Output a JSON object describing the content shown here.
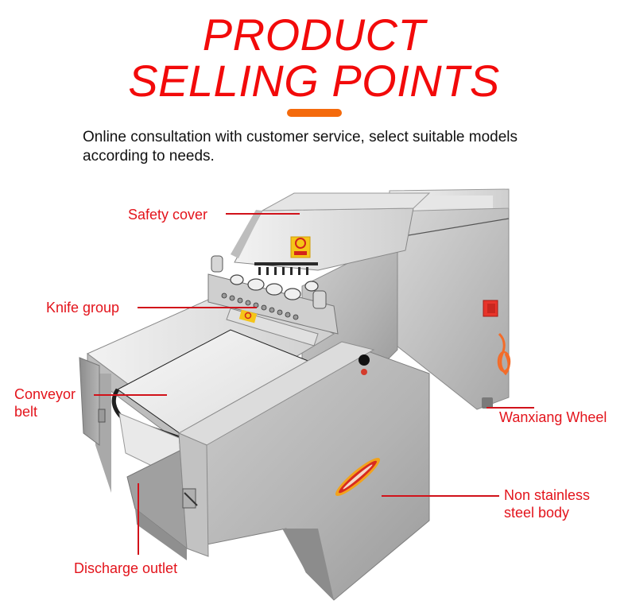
{
  "header": {
    "title_line1": "PRODUCT",
    "title_line2": "SELLING POINTS",
    "subtitle_line1": "Online consultation with customer service, select suitable models",
    "subtitle_line2": "according to needs."
  },
  "colors": {
    "title_red": "#f20a0a",
    "accent_orange": "#f46a0c",
    "callout_red": "#e3141c",
    "steel": "#b9b9b9"
  },
  "product": {
    "image_description": "stainless steel meat cube dicing machine with conveyor belt",
    "callouts": [
      {
        "id": "safety-cover",
        "label": "Safety cover"
      },
      {
        "id": "knife-group",
        "label": "Knife group"
      },
      {
        "id": "conveyor-belt",
        "label_line1": "Conveyor",
        "label_line2": "belt"
      },
      {
        "id": "wanxiang-wheel",
        "label": "Wanxiang Wheel"
      },
      {
        "id": "steel-body",
        "label_line1": "Non stainless",
        "label_line2": "steel body"
      },
      {
        "id": "discharge-outlet",
        "label": "Discharge outlet"
      }
    ]
  }
}
